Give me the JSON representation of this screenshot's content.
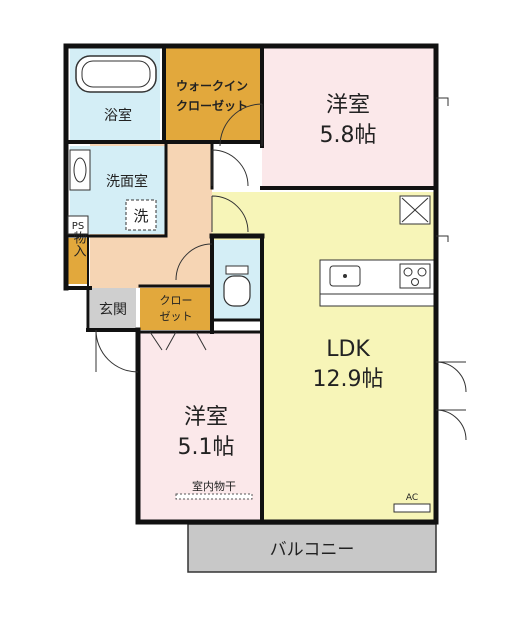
{
  "rooms": {
    "western_room_1": {
      "name": "洋室",
      "size": "5.8帖"
    },
    "western_room_2": {
      "name": "洋室",
      "size": "5.1帖"
    },
    "ldk": {
      "name": "LDK",
      "size": "12.9帖"
    },
    "bath": {
      "name": "浴室"
    },
    "washroom": {
      "name": "洗面室"
    },
    "walk_in_closet": {
      "line1": "ウォークイン",
      "line2": "クローゼット"
    },
    "closet": {
      "line1": "クロー",
      "line2": "ゼット"
    },
    "entrance": {
      "name": "玄関"
    },
    "storage": {
      "name": "物入"
    },
    "balcony": {
      "name": "バルコニー"
    }
  },
  "labels": {
    "ps": "PS",
    "washer": "洗",
    "drying_rack": "室内物干",
    "ac": "AC"
  },
  "colors": {
    "wall": "#111111",
    "western_room": "#fbe8ea",
    "ldk": "#f7f5b8",
    "corridor": "#f6d5b4",
    "wet_area": "#d4eef6",
    "closet": "#e2a83c",
    "entrance": "#cfcfcf",
    "balcony": "#c8c8c8"
  }
}
